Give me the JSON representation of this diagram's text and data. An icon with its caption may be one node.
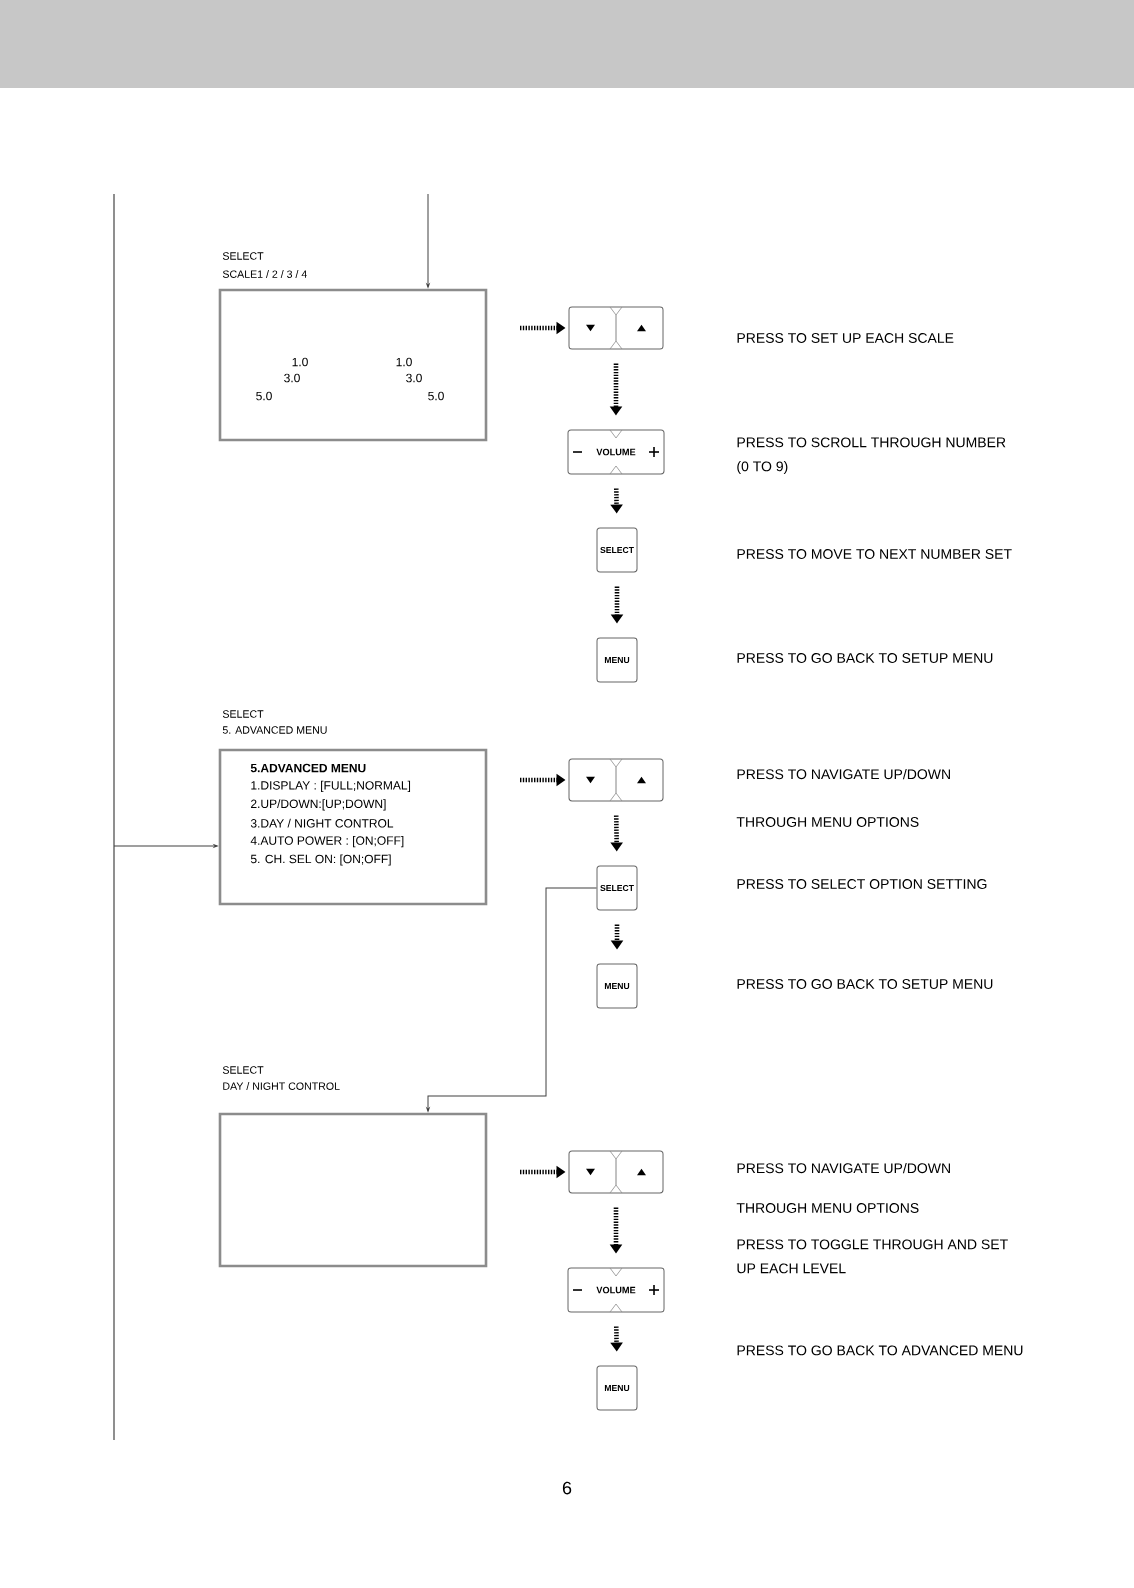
{
  "diagram": {
    "nodes": [
      {
        "text": [
          "SELECT",
          "SCALE1 / 2 / 3 / 4",
          "1.0",
          "1.0",
          "3.0",
          "3.0",
          "5.0",
          "5.0"
        ]
      },
      {
        "text": [],
        "shape": "button"
      },
      {
        "text": [
          "VOLUME"
        ]
      },
      {
        "text": [
          "SELECT"
        ]
      },
      {
        "text": [
          "MENU"
        ]
      },
      {
        "text": [
          "SELECT",
          "5. ADVANCED MENU",
          "5.ADVANCED MENU",
          "1.DISPLAY : [FULL;NORMAL]",
          "2.UP/DOWN:[UP;DOWN]",
          "3.DAY / NIGHT CONTROL",
          "4.AUTO POWER : [ON;OFF]",
          "5. CH. SEL ON: [ON;OFF]"
        ]
      },
      {
        "text": [],
        "shape": "button"
      },
      {
        "text": [
          "SELECT"
        ]
      },
      {
        "text": [
          "MENU"
        ]
      },
      {
        "text": [
          "SELECT",
          "DAY / NIGHT CONTROL"
        ]
      },
      {
        "text": [],
        "shape": "button"
      },
      {
        "text": [
          "VOLUME"
        ]
      },
      {
        "text": [
          "MENU"
        ]
      }
    ],
    "edges": [
      {
        "from": null,
        "to": 0,
        "arrow": "to"
      },
      {
        "from": null,
        "to": 1,
        "arrow": "to",
        "style": "dashed"
      },
      {
        "from": 1,
        "to": 2,
        "arrow": "to",
        "style": "dashed"
      },
      {
        "from": 2,
        "to": 3,
        "arrow": "to",
        "style": "dashed"
      },
      {
        "from": 3,
        "to": 4,
        "arrow": "to",
        "style": "dashed"
      },
      {
        "from": null,
        "to": 5,
        "arrow": "to"
      },
      {
        "from": null,
        "to": 6,
        "arrow": "to",
        "style": "dashed"
      },
      {
        "from": 6,
        "to": 7,
        "arrow": "to",
        "style": "dashed"
      },
      {
        "from": 7,
        "to": 8,
        "arrow": "to",
        "style": "dashed"
      },
      {
        "from": 7,
        "to": 9,
        "arrow": "to"
      },
      {
        "from": null,
        "to": 10,
        "arrow": "to",
        "style": "dashed"
      },
      {
        "from": 10,
        "to": 11,
        "arrow": "to",
        "style": "dashed"
      },
      {
        "from": 11,
        "to": 12,
        "arrow": "to",
        "style": "dashed"
      }
    ],
    "labels": [
      "PRESS TO SET UP EACH SCALE",
      "PRESS TO SCROLL THROUGH NUMBER (0 TO 9)",
      "PRESS TO MOVE TO NEXT NUMBER SET",
      "PRESS TO GO BACK TO SETUP MENU",
      "PRESS TO NAVIGATE UP/DOWN",
      "THROUGH MENU OPTIONS",
      "PRESS TO SELECT OPTION SETTING",
      "PRESS TO GO BACK TO SETUP MENU",
      "PRESS TO NAVIGATE UP/DOWN",
      "THROUGH MENU OPTIONS",
      "PRESS TO TOGGLE THROUGH AND SET UP EACH LEVEL",
      "PRESS TO GO BACK TO ADVANCED MENU",
      "6"
    ]
  }
}
